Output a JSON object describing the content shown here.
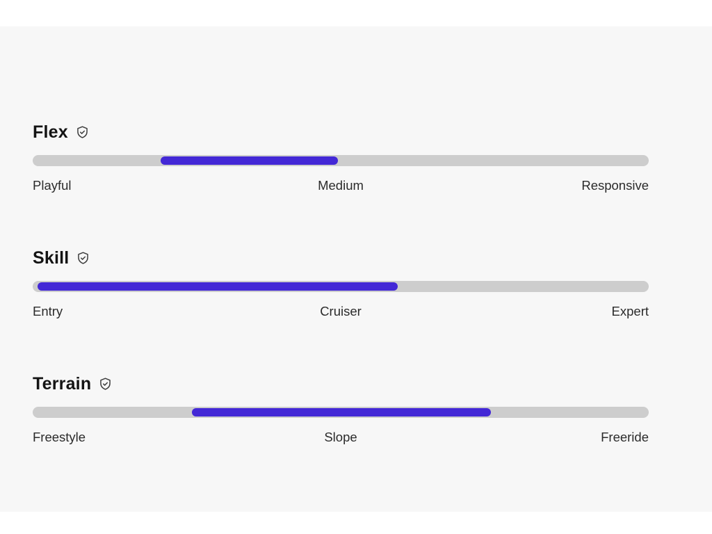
{
  "page": {
    "background": "#f7f7f7",
    "frame_background": "#ffffff"
  },
  "colors": {
    "track": "#cdcdcd",
    "fill": "#4328d6",
    "heading_text": "#141414",
    "label_text": "#2b2b2b"
  },
  "icons": {
    "shield_check": "verified-shield-check-icon"
  },
  "sliders": [
    {
      "label": "Flex",
      "min_label": "Playful",
      "mid_label": "Medium",
      "max_label": "Responsive",
      "fill_start_pct": 20.8,
      "fill_end_pct": 49.5
    },
    {
      "label": "Skill",
      "min_label": "Entry",
      "mid_label": "Cruiser",
      "max_label": "Expert",
      "fill_start_pct": 0.8,
      "fill_end_pct": 59.2
    },
    {
      "label": "Terrain",
      "min_label": "Freestyle",
      "mid_label": "Slope",
      "max_label": "Freeride",
      "fill_start_pct": 25.8,
      "fill_end_pct": 74.4
    }
  ]
}
